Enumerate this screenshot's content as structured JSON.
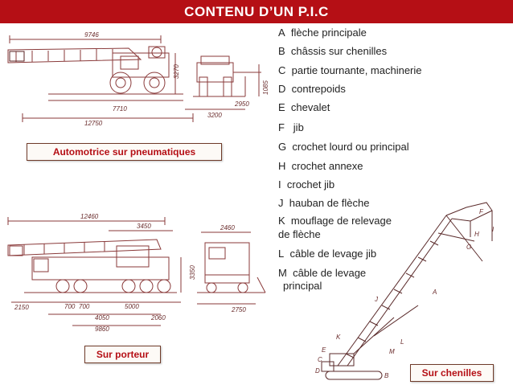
{
  "title": "CONTENU D’UN P.I.C",
  "colors": {
    "title_background": "#b50f15",
    "title_text": "#ffffff",
    "label_text": "#b50f15",
    "drawing_lines": "#8a3a3a"
  },
  "legend": [
    {
      "code": "A",
      "text": "flèche principale"
    },
    {
      "code": "B",
      "text": "châssis sur chenilles"
    },
    {
      "code": "C",
      "text": "partie tournante, machinerie"
    },
    {
      "code": "D",
      "text": "contrepoids"
    },
    {
      "code": "E",
      "text": "chevalet"
    },
    {
      "code": "F",
      "text": "jib"
    },
    {
      "code": "G",
      "text": "crochet lourd ou principal"
    },
    {
      "code": "H",
      "text": "crochet annexe"
    },
    {
      "code": "I",
      "text": "crochet jib"
    },
    {
      "code": "J",
      "text": "hauban de flèche"
    },
    {
      "code": "K",
      "text": "mouflage de relevage",
      "text2": "de flèche"
    },
    {
      "code": "L",
      "text": "câble de levage jib"
    },
    {
      "code": "M",
      "text": "câble de levage",
      "text2": "principal"
    }
  ],
  "labels": {
    "automotrice": "Automotrice sur pneumatiques",
    "porteur": "Sur porteur",
    "chenilles": "Sur chenilles"
  },
  "dims_top": {
    "length_top": "9746",
    "length_mid": "7710",
    "length_bottom": "12750",
    "height": "3270",
    "width_right": "3200",
    "clearance": "2950",
    "side_height": "1085"
  },
  "dims_middle": {
    "length_top": "12460",
    "boom_part": "3450",
    "width_top": "2460",
    "height": "3350",
    "d1": "2150",
    "d2": "700",
    "d3": "700",
    "d4": "5000",
    "d5": "4050",
    "d6": "2060",
    "d7": "9860",
    "width_bottom": "2750"
  },
  "crane_letters": [
    "A",
    "B",
    "C",
    "D",
    "E",
    "F",
    "G",
    "H",
    "I",
    "J",
    "K",
    "L",
    "M"
  ]
}
